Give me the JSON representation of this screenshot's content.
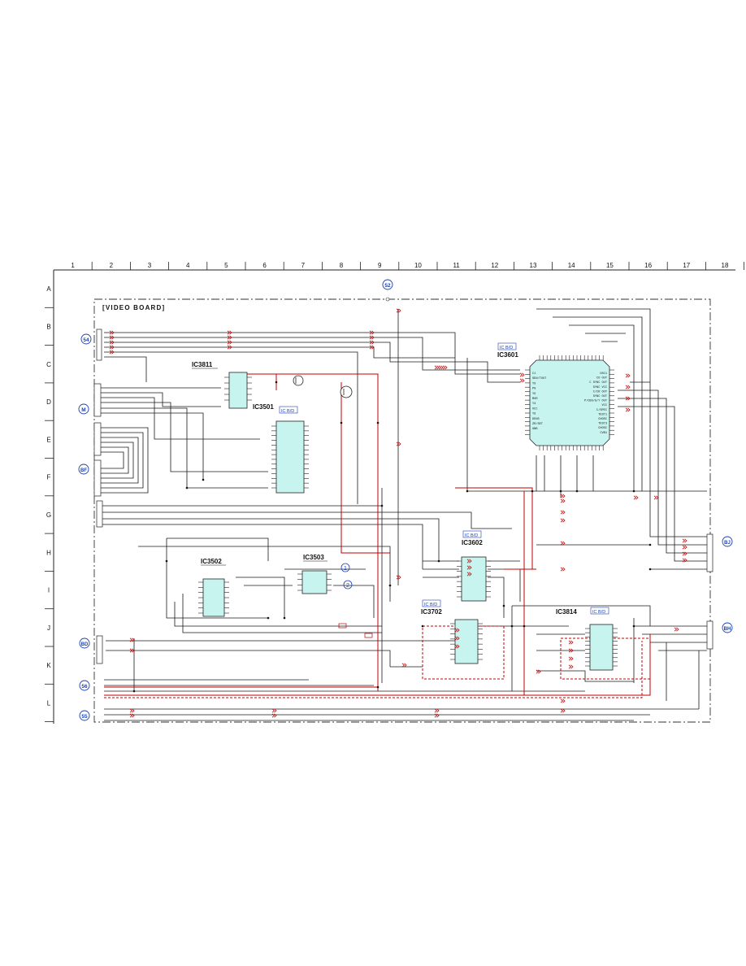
{
  "title": "[VIDEO BOARD]",
  "columns": [
    "1",
    "2",
    "3",
    "4",
    "5",
    "6",
    "7",
    "8",
    "9",
    "10",
    "11",
    "12",
    "13",
    "14",
    "15",
    "16",
    "17",
    "18"
  ],
  "rows": [
    "A",
    "B",
    "C",
    "D",
    "E",
    "F",
    "G",
    "H",
    "I",
    "J",
    "K",
    "L"
  ],
  "ics": {
    "ic3811": "IC3811",
    "ic3501": "IC3501",
    "ic3601": "IC3601",
    "ic3602": "IC3602",
    "ic3502": "IC3502",
    "ic3503": "IC3503",
    "ic3702": "IC3702",
    "ic3814": "IC3814"
  },
  "ic_tags": {
    "ic3501": "IC B/D",
    "ic3601": "IC B/D",
    "ic3602": "IC B/D",
    "ic3702": "IC B/D",
    "ic3814": "IC B/D"
  },
  "connectors": {
    "c52": "52",
    "c54": "54",
    "cM": "M",
    "cBF": "BF",
    "cBJ": "BJ",
    "cBH": "BH",
    "cBD": "BD",
    "c56": "56",
    "c55": "55"
  },
  "markers": {
    "m1": "1",
    "m2": "2"
  },
  "ic3601_pins_left": [
    "C1",
    "SEN/TOUT",
    "YS",
    "P0",
    "YO",
    "MXR",
    "Y4",
    "VCC",
    "YS",
    "DENS",
    "ZR/SET",
    "GNB"
  ],
  "ic3601_pins_right": [
    "OSC1",
    "CO OUT",
    "C SYNC OUT",
    "SYNC VCC",
    "C/CR OUT",
    "SYNC OUT",
    "P/CBS/G/Y OUT",
    "VCC",
    "C/SPEC",
    "TEST1",
    "CHOSC",
    "TEST3",
    "CHOSC",
    "CVB1"
  ],
  "colors": {
    "trace": "#1a1a1a",
    "power": "#c00000",
    "ic_fill": "#c8f4f0",
    "accent": "#1a3fb0"
  }
}
